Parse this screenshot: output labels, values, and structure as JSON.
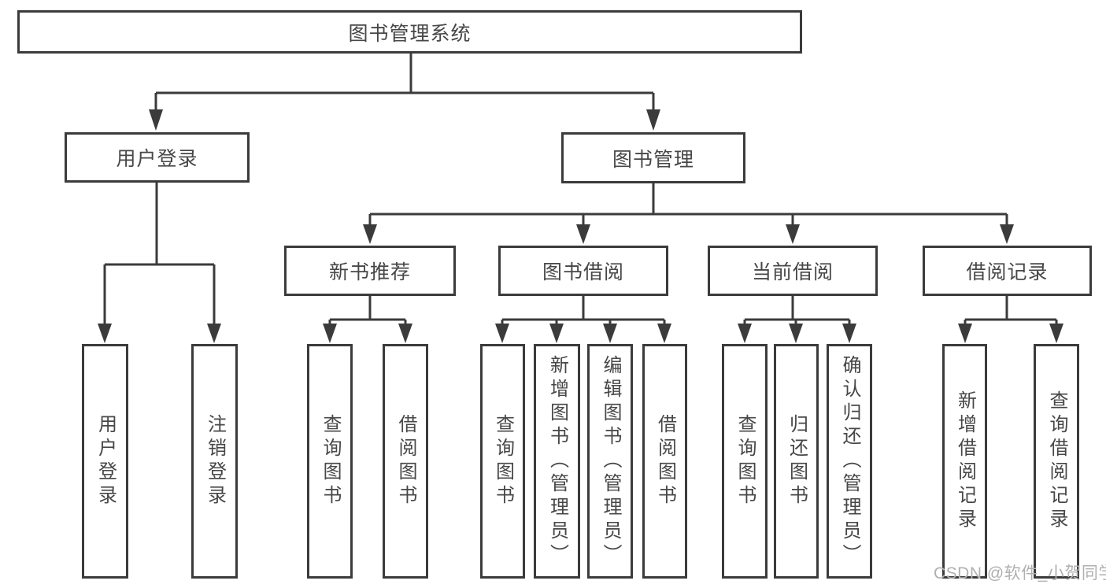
{
  "diagram": {
    "root_label": "图书管理系统",
    "branches": [
      {
        "label": "用户登录",
        "children": [
          {
            "label": "用户登录"
          },
          {
            "label": "注销登录"
          }
        ]
      },
      {
        "label": "图书管理",
        "children": [
          {
            "label": "新书推荐",
            "children": [
              {
                "label": "查询图书"
              },
              {
                "label": "借阅图书"
              }
            ]
          },
          {
            "label": "图书借阅",
            "children": [
              {
                "label": "查询图书"
              },
              {
                "label": "新增图书（管理员）"
              },
              {
                "label": "编辑图书（管理员）"
              },
              {
                "label": "借阅图书"
              }
            ]
          },
          {
            "label": "当前借阅",
            "children": [
              {
                "label": "查询图书"
              },
              {
                "label": "归还图书"
              },
              {
                "label": "确认归还（管理员）"
              }
            ]
          },
          {
            "label": "借阅记录",
            "children": [
              {
                "label": "新增借阅记录"
              },
              {
                "label": "查询借阅记录"
              }
            ]
          }
        ]
      }
    ]
  },
  "watermark": "CSDN @软件_小贺同学",
  "colors": {
    "line": "#3b3b3b",
    "box_border": "#3b3b3b",
    "text": "#474747",
    "watermark": "#b0b0b0",
    "background": "#ffffff"
  }
}
